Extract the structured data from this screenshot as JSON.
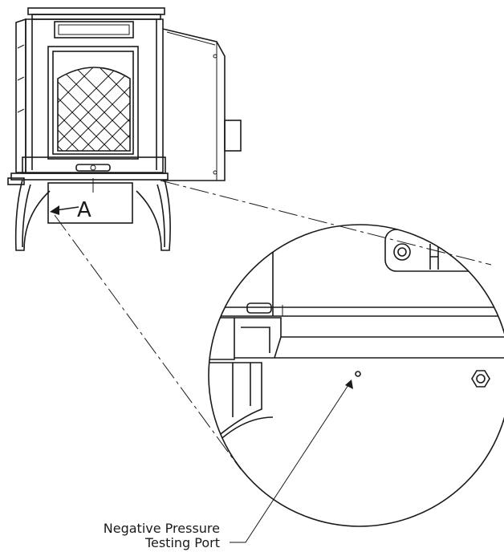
{
  "detail_label": "A",
  "callout": {
    "line1": "Negative Pressure",
    "line2": "Testing Port"
  },
  "colors": {
    "ink": "#1a1a1a",
    "background": "#ffffff"
  }
}
